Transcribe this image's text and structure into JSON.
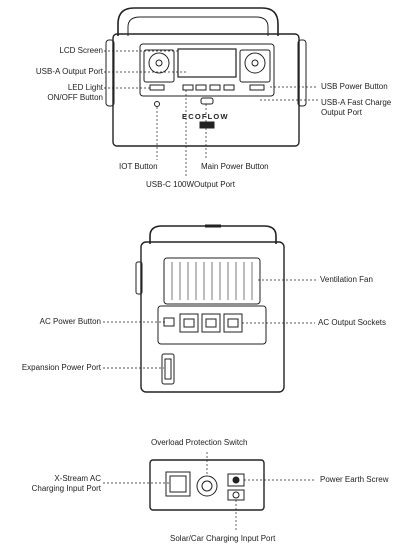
{
  "front_view": {
    "brand": "ECOFLOW",
    "labels": {
      "lcd_screen": "LCD Screen",
      "usb_a_output_port": "USB-A Output Port",
      "led_light_line1": "LED Light",
      "led_light_line2": "ON/OFF Button",
      "usb_power_button": "USB Power Button",
      "usb_a_fast_charge_line1": "USB-A Fast Charge",
      "usb_a_fast_charge_line2": "Output Port",
      "iot_button": "IOT Button",
      "main_power_button": "Main Power Button",
      "usb_c_output_port": "USB-C 100WOutput Port"
    }
  },
  "back_view": {
    "labels": {
      "ventilation_fan": "Ventilation Fan",
      "ac_power_button": "AC Power Button",
      "ac_output_sockets": "AC Output Sockets",
      "expansion_power_port": "Expansion Power Port"
    }
  },
  "side_panel": {
    "labels": {
      "overload_protection_switch": "Overload Protection Switch",
      "x_stream_line1": "X-Stream AC",
      "x_stream_line2": "Charging Input Port",
      "power_earth_screw": "Power Earth Screw",
      "solar_car_charging_input_port": "Solar/Car Charging Input Port"
    }
  }
}
